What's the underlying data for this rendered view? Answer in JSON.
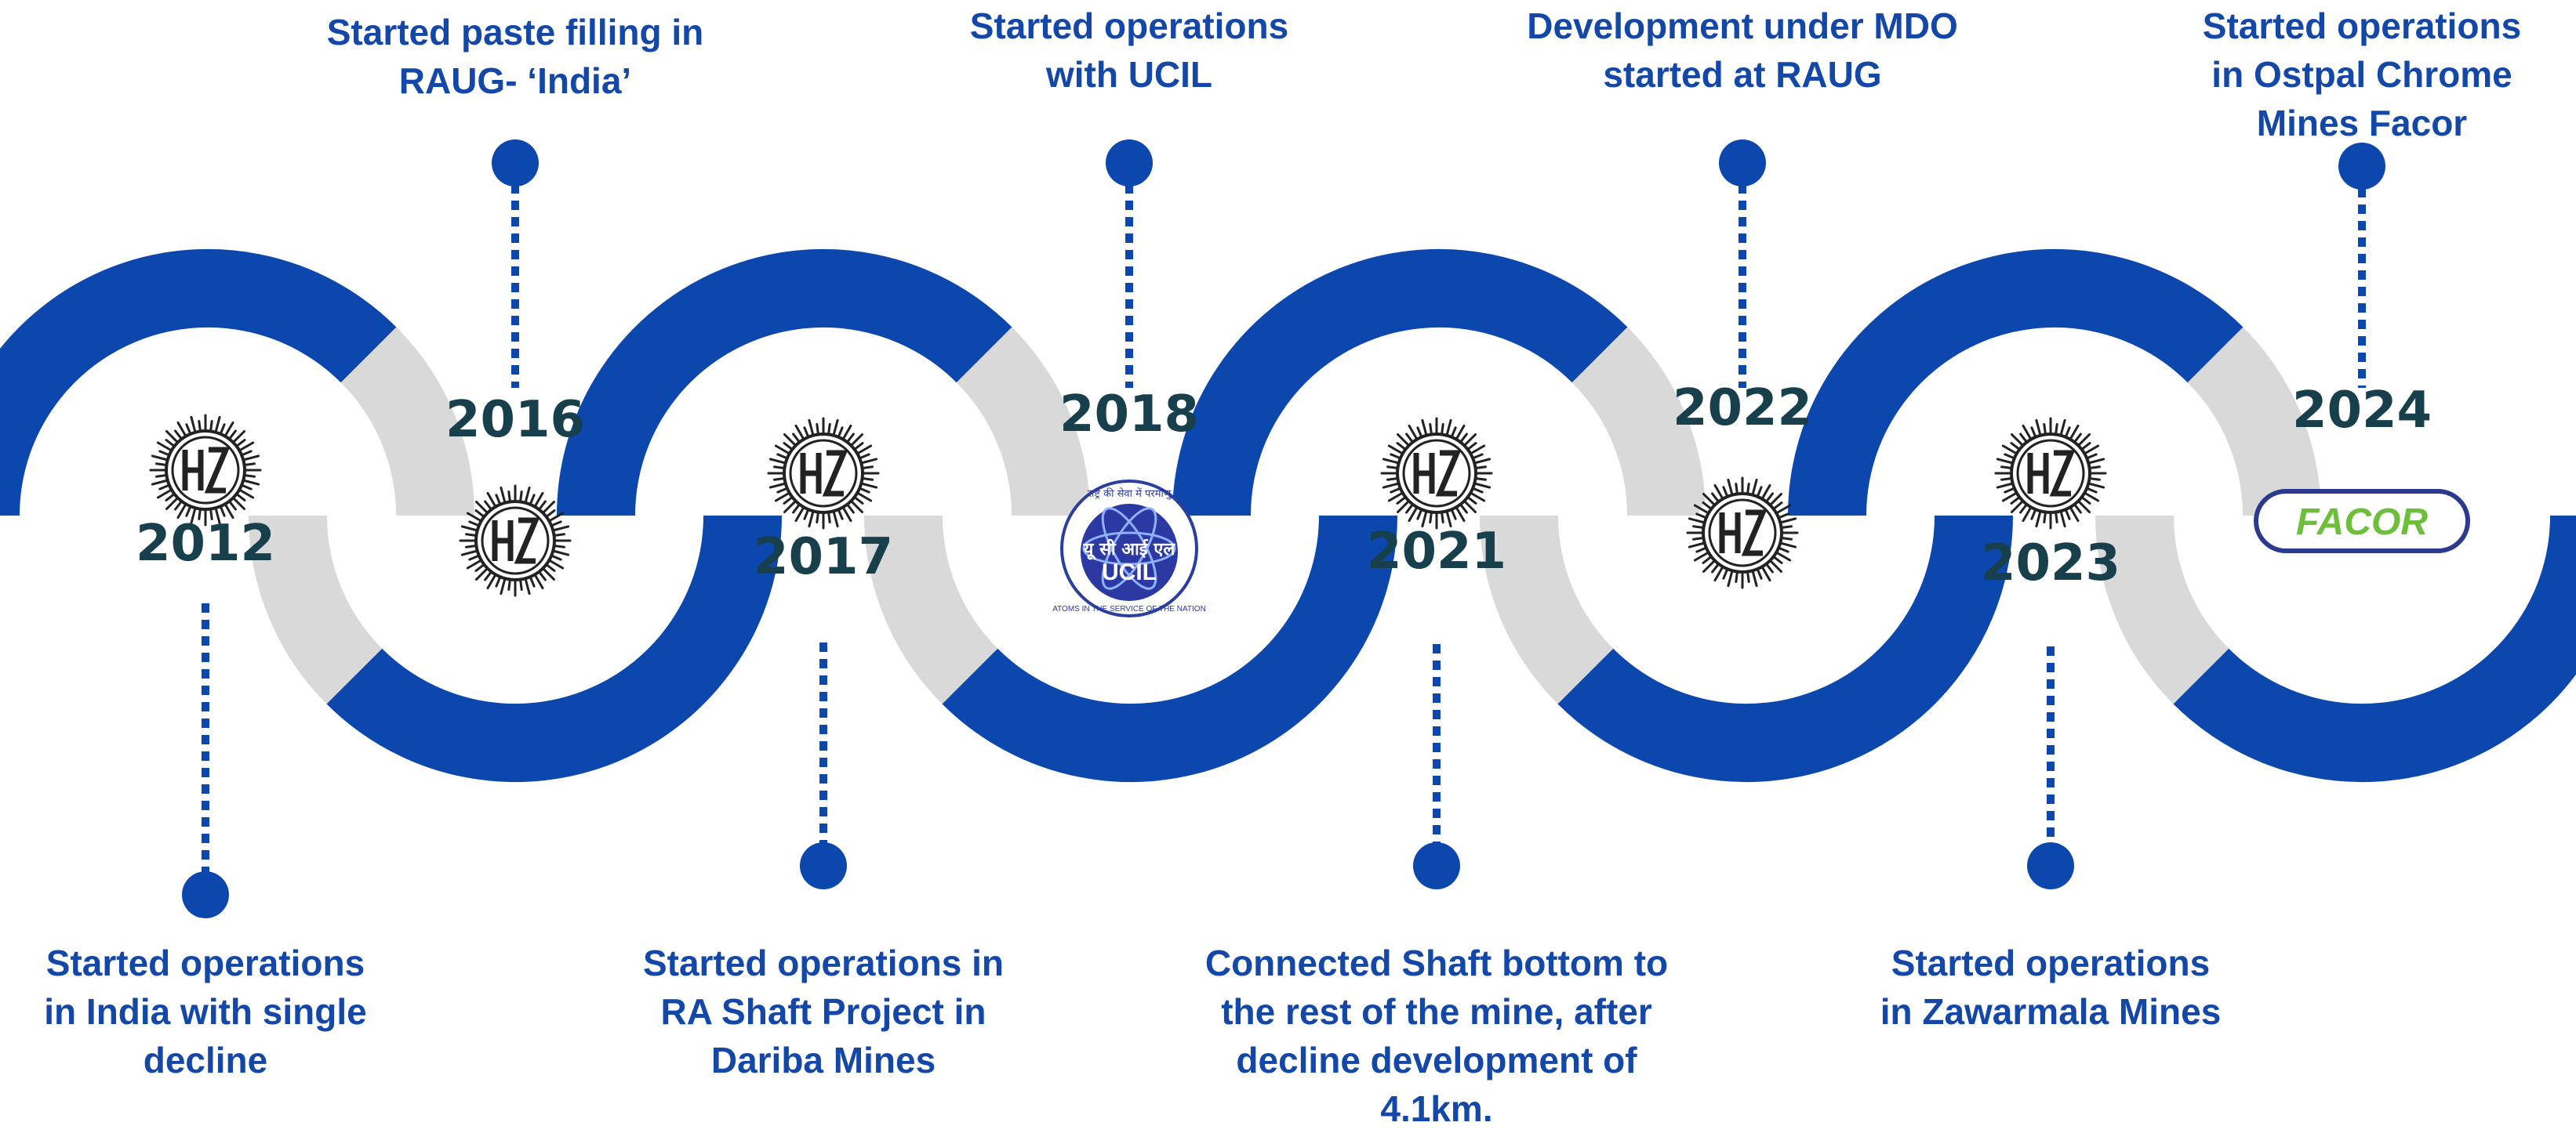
{
  "milestones": [
    {
      "year": "2012",
      "text": [
        "Started operations",
        "in India with single",
        "decline"
      ],
      "logo": "hz-logo"
    },
    {
      "year": "2016",
      "text": [
        "Started paste filling in",
        "RAUG- ‘India’"
      ],
      "logo": "hz-logo"
    },
    {
      "year": "2017",
      "text": [
        "Started operations in",
        "RA Shaft Project in",
        "Dariba Mines"
      ],
      "logo": "hz-logo"
    },
    {
      "year": "2018",
      "text": [
        "Started operations",
        "with UCIL"
      ],
      "logo": "ucil-logo"
    },
    {
      "year": "2021",
      "text": [
        "Connected Shaft bottom to",
        "the rest of the mine, after",
        "decline development of",
        "4.1km."
      ],
      "logo": "hz-logo"
    },
    {
      "year": "2022",
      "text": [
        "Development under MDO",
        "started at RAUG"
      ],
      "logo": "hz-logo"
    },
    {
      "year": "2023",
      "text": [
        "Started operations",
        "in Zawarmala Mines"
      ],
      "logo": "hz-logo"
    },
    {
      "year": "2024",
      "text": [
        "Started operations",
        "in Ostpal Chrome",
        "Mines Facor"
      ],
      "logo": "facor-logo"
    }
  ],
  "logos": {
    "ucil": {
      "top_text": "राष्ट्र की सेवा में परमाणु",
      "hindi": "यू सी आई एल",
      "name": "UCIL",
      "bottom_text": "ATOMS IN THE SERVICE OF THE NATION"
    },
    "facor": {
      "name": "FACOR"
    }
  },
  "colors": {
    "blue": "#0b47ad",
    "grey": "#d9d9d9",
    "year": "#173f4c",
    "text": "#1347a8",
    "facor_green": "#6bbf3a"
  }
}
